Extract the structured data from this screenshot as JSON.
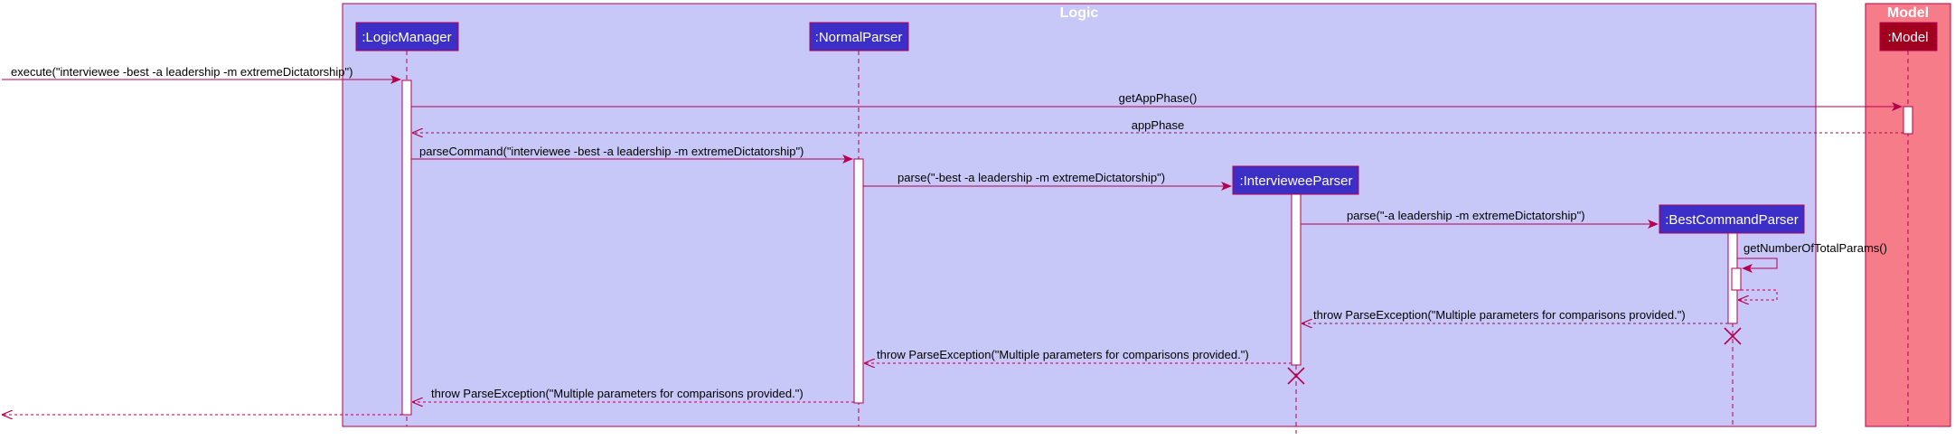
{
  "colors": {
    "logic_bg": "#C8C8F8",
    "model_bg": "#F77C8A",
    "border": "#B5004F",
    "logic_box": "#3B2FC8",
    "model_box": "#A0001E",
    "arrow": "#B5004F"
  },
  "groups": {
    "logic": "Logic",
    "model": "Model"
  },
  "participants": {
    "logic_manager": ":LogicManager",
    "normal_parser": ":NormalParser",
    "interviewee_parser": ":IntervieweeParser",
    "best_command_parser": ":BestCommandParser",
    "model": ":Model"
  },
  "messages": {
    "execute": "execute(\"interviewee -best -a leadership -m extremeDictatorship\")",
    "get_app_phase": "getAppPhase()",
    "app_phase": "appPhase",
    "parse_command": "parseCommand(\"interviewee -best -a leadership -m extremeDictatorship\")",
    "parse_normal": "parse(\"-best -a leadership -m extremeDictatorship\")",
    "parse_interviewee": "parse(\"-a leadership -m extremeDictatorship\")",
    "get_number_of_total_params": "getNumberOfTotalParams()",
    "throw_best": "throw ParseException(\"Multiple parameters for comparisons provided.\")",
    "throw_interviewee": "throw ParseException(\"Multiple parameters for comparisons provided.\")",
    "throw_normal": "throw ParseException(\"Multiple parameters for comparisons provided.\")"
  }
}
